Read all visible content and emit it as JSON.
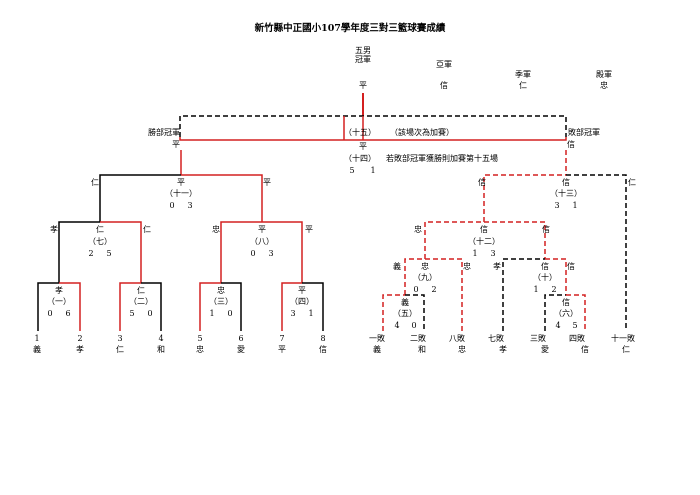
{
  "title": "新竹縣中正國小107學年度三對三籃球賽成績",
  "ranking": {
    "champion_label": "五男\n冠軍",
    "champion": "平",
    "second_label": "亞軍",
    "second": "信",
    "third_label": "季軍",
    "third": "仁",
    "fourth_label": "殿軍",
    "fourth": "忠"
  },
  "final": {
    "winners_label": "勝部冠軍",
    "losers_label": "敗部冠軍",
    "winners_team": "平",
    "losers_team": "信",
    "game15": "（十五）",
    "game15_note": "（該場次為加賽）",
    "game14_team": "平",
    "game14": "（十四）",
    "game14_note": "若敗部冠軍獲勝則加賽第十五場",
    "game14_score_a": "5",
    "game14_score_b": "1"
  },
  "winners": {
    "g11": {
      "label": "（十一）",
      "winner": "平",
      "left": "仁",
      "right": "平",
      "score_a": "0",
      "score_b": "3"
    },
    "g7": {
      "label": "（七）",
      "winner": "仁",
      "left": "孝",
      "right": "仁",
      "score_a": "2",
      "score_b": "5"
    },
    "g8": {
      "label": "（八）",
      "winner": "平",
      "left": "忠",
      "right": "平",
      "score_a": "0",
      "score_b": "3"
    },
    "g1": {
      "label": "（一）",
      "winner": "孝",
      "score_a": "0",
      "score_b": "6"
    },
    "g2": {
      "label": "（二）",
      "winner": "仁",
      "score_a": "5",
      "score_b": "0"
    },
    "g3": {
      "label": "（三）",
      "winner": "忠",
      "score_a": "1",
      "score_b": "0"
    },
    "g4": {
      "label": "（四）",
      "winner": "平",
      "score_a": "3",
      "score_b": "1"
    }
  },
  "seeds": [
    {
      "num": "1",
      "team": "義"
    },
    {
      "num": "2",
      "team": "孝"
    },
    {
      "num": "3",
      "team": "仁"
    },
    {
      "num": "4",
      "team": "和"
    },
    {
      "num": "5",
      "team": "忠"
    },
    {
      "num": "6",
      "team": "愛"
    },
    {
      "num": "7",
      "team": "平"
    },
    {
      "num": "8",
      "team": "信"
    }
  ],
  "losers": {
    "g13": {
      "label": "（十三）",
      "winner": "信",
      "left": "信",
      "right": "仁",
      "score_a": "3",
      "score_b": "1"
    },
    "g12": {
      "label": "（十二）",
      "winner": "信",
      "left": "忠",
      "right": "信",
      "score_a": "1",
      "score_b": "3"
    },
    "g9": {
      "label": "（九）",
      "winner": "忠",
      "left": "義",
      "right": "忠",
      "score_a": "0",
      "score_b": "2"
    },
    "g10": {
      "label": "（十）",
      "winner": "信",
      "left": "孝",
      "right": "信",
      "score_a": "1",
      "score_b": "2"
    },
    "g5": {
      "label": "（五）",
      "winner": "義",
      "score_a": "4",
      "score_b": "0"
    },
    "g6": {
      "label": "（六）",
      "winner": "信",
      "score_a": "4",
      "score_b": "5"
    }
  },
  "loser_entries": [
    {
      "num": "一敗",
      "team": "義"
    },
    {
      "num": "二敗",
      "team": "和"
    },
    {
      "num": "八敗",
      "team": "忠"
    },
    {
      "num": "七敗",
      "team": "孝"
    },
    {
      "num": "三敗",
      "team": "愛"
    },
    {
      "num": "四敗",
      "team": "信"
    },
    {
      "num": "十一敗",
      "team": "仁"
    }
  ],
  "colors": {
    "winner_path": "#d42020",
    "loser_path": "#000000",
    "line": "#000000"
  }
}
